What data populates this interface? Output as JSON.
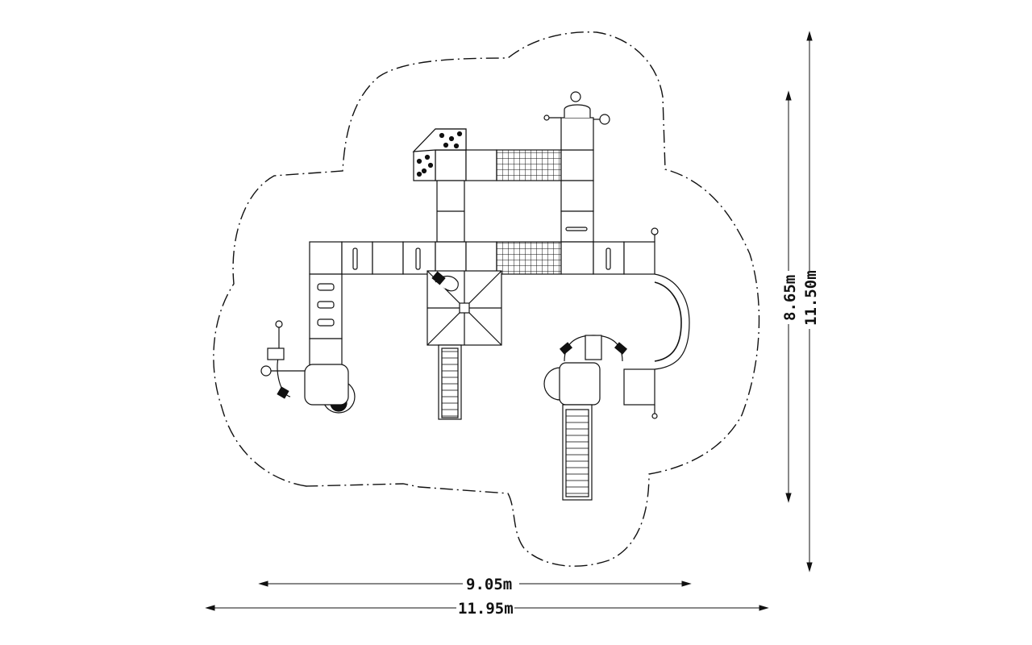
{
  "dimensions": {
    "inner_width": "9.05m",
    "outer_width": "11.95m",
    "inner_height": "8.65m",
    "outer_height": "11.50m"
  },
  "colors": {
    "line": "#111111",
    "dark": "#1a1a1a",
    "background": "#ffffff"
  }
}
